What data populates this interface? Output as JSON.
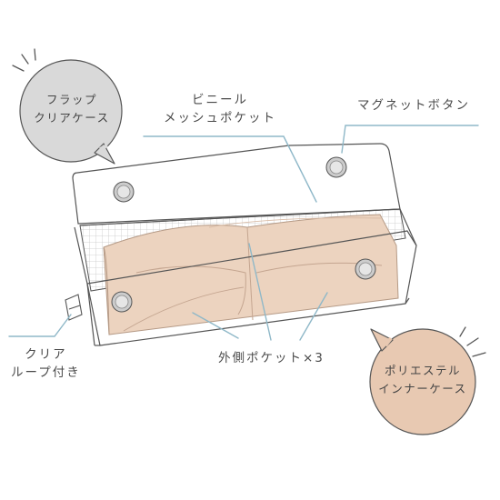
{
  "labels": {
    "vinyl_mesh_pocket": [
      "ビニール",
      "メッシュポケット"
    ],
    "magnet_button": "マグネットボタン",
    "clear_loop": [
      "クリア",
      "ループ付き"
    ],
    "outer_pockets": "外側ポケット×3"
  },
  "bubbles": {
    "flap": [
      "フラップ",
      "クリアケース"
    ],
    "inner_case": [
      "ポリエステル",
      "インナーケース"
    ]
  },
  "colors": {
    "outline": "#555555",
    "leader_line": "#8fb8c8",
    "mesh": "#bdbdbd",
    "inner_case": "#ecd3bf",
    "bubble_gray": "#d9d9d9",
    "bubble_beige": "#e8c9b2"
  }
}
